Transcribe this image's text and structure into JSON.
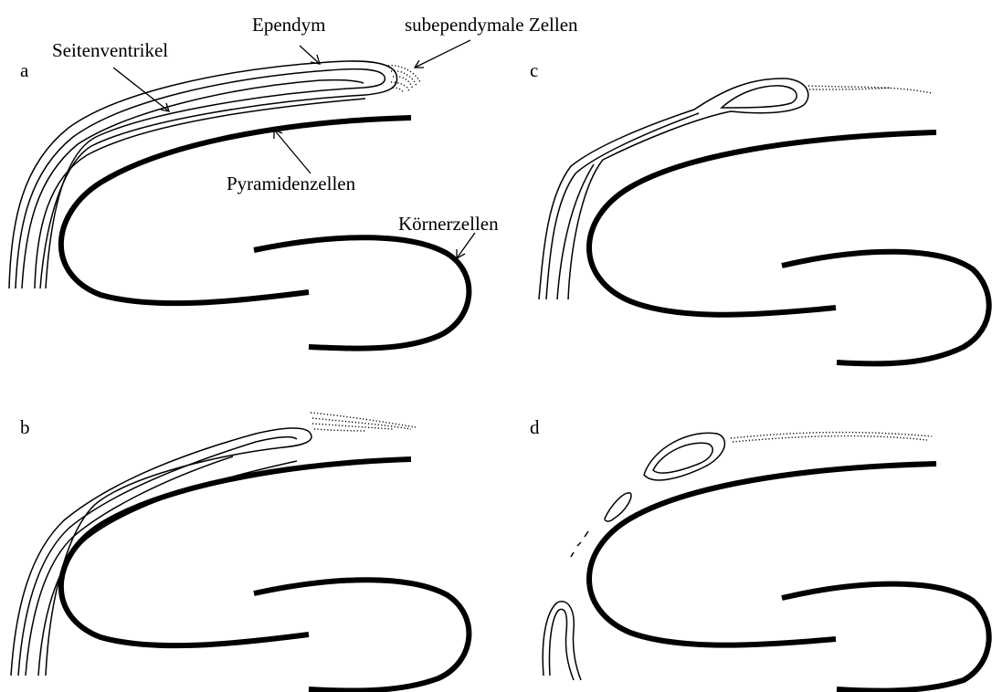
{
  "panels": [
    {
      "letter": "a"
    },
    {
      "letter": "b"
    },
    {
      "letter": "c"
    },
    {
      "letter": "d"
    }
  ],
  "labels": {
    "ependym": "Ependym",
    "subependymal": "subependymale Zellen",
    "seitenventrikel": "Seitenventrikel",
    "pyramidenzellen": "Pyramidenzellen",
    "koernerzellen": "Körnerzellen"
  }
}
